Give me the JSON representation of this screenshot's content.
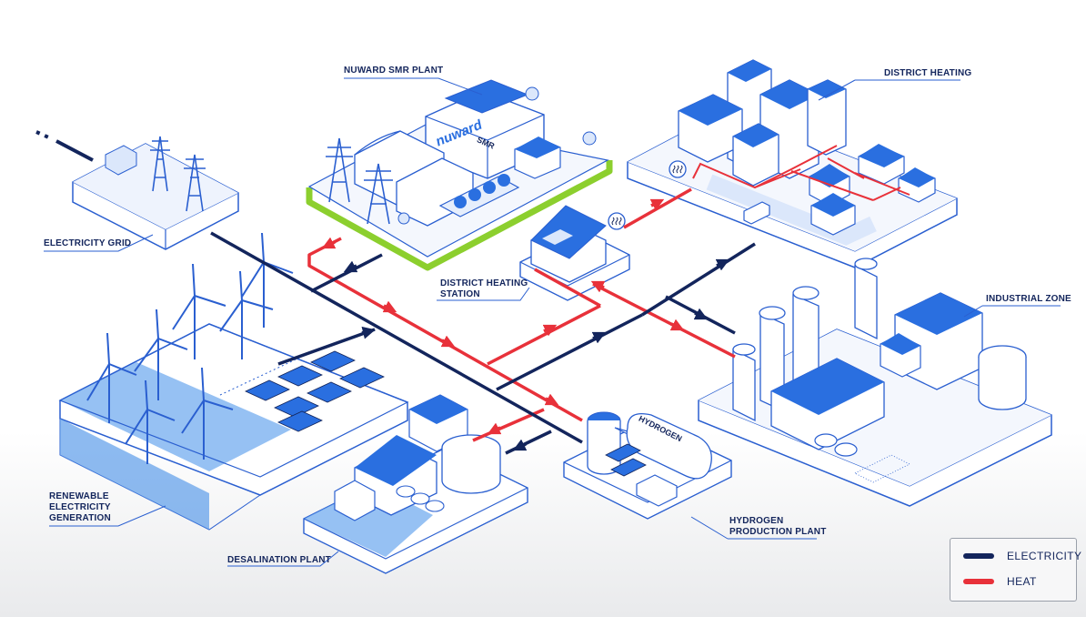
{
  "labels": {
    "nuward_smr_plant": "NUWARD SMR PLANT",
    "district_heating": "DISTRICT HEATING",
    "electricity_grid": "ELECTRICITY GRID",
    "district_heating_station_line1": "DISTRICT HEATING",
    "district_heating_station_line2": "STATION",
    "industrial_zone": "INDUSTRIAL ZONE",
    "renewable_line1": "RENEWABLE",
    "renewable_line2": "ELECTRICITY",
    "renewable_line3": "GENERATION",
    "desalination_plant": "DESALINATION PLANT",
    "hydrogen_line1": "HYDROGEN",
    "hydrogen_line2": "PRODUCTION PLANT"
  },
  "building_text": {
    "nuward_logo": "nuward",
    "smr": "SMR",
    "hydrogen_tank": "HYDROGEN"
  },
  "legend": {
    "items": [
      {
        "label": "ELECTRICITY",
        "color": "#13255c"
      },
      {
        "label": "HEAT",
        "color": "#e8313a"
      }
    ]
  },
  "colors": {
    "electricity": "#13255c",
    "heat": "#e8313a",
    "accent_blue": "#2a6fe0",
    "outline": "#2a5fd0",
    "green": "#8ccf2e"
  }
}
